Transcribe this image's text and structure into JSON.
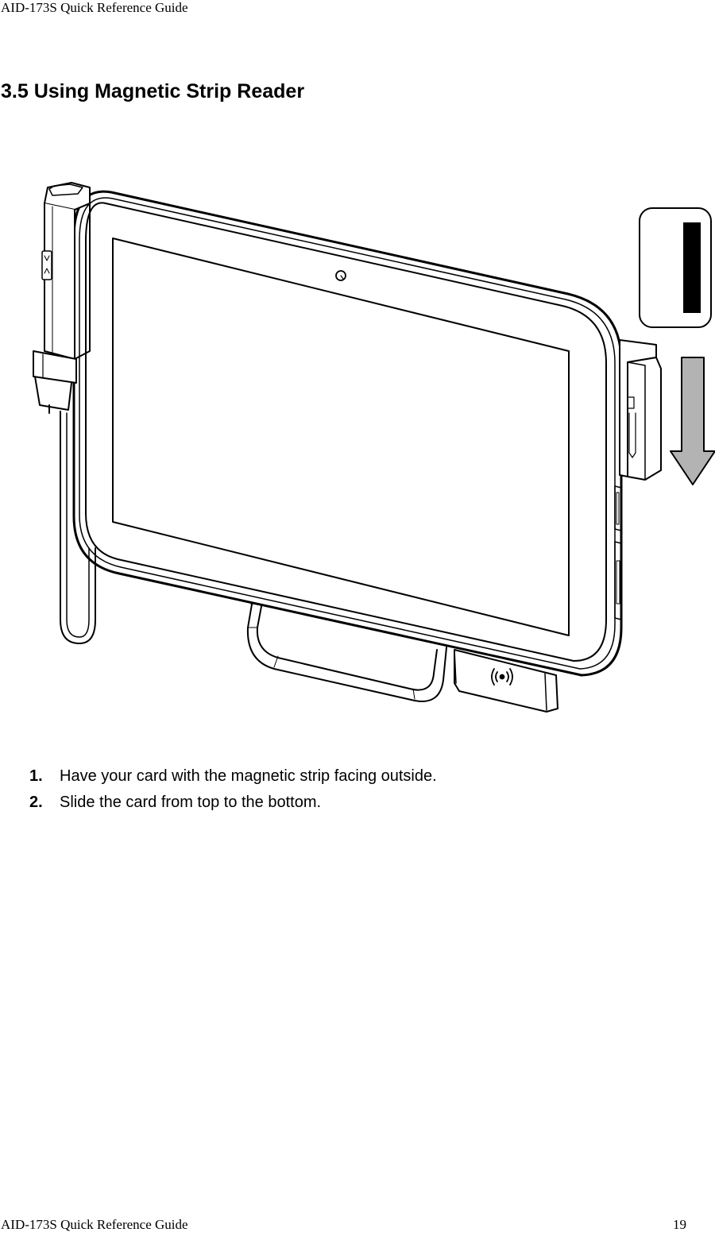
{
  "header": {
    "running_title": "AID-173S Quick Reference Guide"
  },
  "section": {
    "title": "3.5 Using Magnetic Strip Reader"
  },
  "figure": {
    "description_icons": [
      "tablet-device",
      "barcode-scanner",
      "magnetic-card",
      "swipe-down-arrow",
      "nfc-reader",
      "camera"
    ]
  },
  "steps": [
    {
      "number": "1.",
      "text": "Have your card with the magnetic strip facing outside."
    },
    {
      "number": "2.",
      "text": "Slide the card from top to the bottom."
    }
  ],
  "footer": {
    "running_title": "AID-173S Quick Reference Guide",
    "page_number": "19"
  }
}
